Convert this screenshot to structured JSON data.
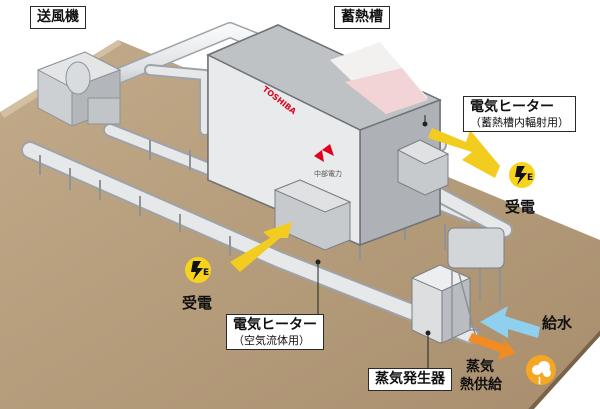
{
  "labels": {
    "blower": "送風機",
    "storage_tank": "蓄熱槽",
    "heater_top": "電気ヒーター",
    "heater_top_sub": "（蓄熱槽内輻射用）",
    "heater_bottom": "電気ヒーター",
    "heater_bottom_sub": "（空気流体用）",
    "steam_generator": "蒸気発生器",
    "power_receive_right": "受電",
    "power_receive_left": "受電",
    "water_supply": "給水",
    "steam_heat_supply_1": "蒸気",
    "steam_heat_supply_2": "熱供給"
  },
  "brands": {
    "toshiba": "TOSHIBA",
    "chubu": "中部電力"
  },
  "icons": {
    "power": "lightning-E-icon",
    "steam": "steam-cloud-icon"
  },
  "colors": {
    "ground": "#b39a7a",
    "ground_dark": "#8c7457",
    "tank_top": "#cfd1d3",
    "tank_front": "#e9eaeb",
    "tank_side": "#bfc2c5",
    "pipe": "#e4e6e8",
    "pipe_edge": "#9ea3a8",
    "arrow_yellow": "#f2cc1e",
    "arrow_blue": "#8fd0ef",
    "arrow_orange": "#f08c22",
    "toshiba_red": "#e0001b",
    "rock": "#e79aa4"
  }
}
